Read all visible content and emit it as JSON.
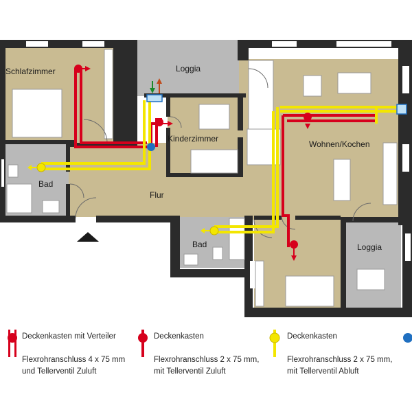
{
  "rooms": {
    "schlafzimmer": "Schlafzimmer",
    "loggia_top": "Loggia",
    "kinderzimmer": "Kinderzimmer",
    "wohnen_kochen": "Wohnen/Kochen",
    "bad_left": "Bad",
    "flur": "Flur",
    "bad_center": "Bad",
    "loggia_right": "Loggia"
  },
  "legend": [
    {
      "title": "Deckenkasten mit Verteiler",
      "line1": "Flexrohranschluss 4 x 75 mm",
      "line2": "und Tellerventil Zuluft",
      "icon": "red-double-connector-icon",
      "color": "#d6001c"
    },
    {
      "title": "Deckenkasten",
      "line1": "Flexrohranschluss 2 x 75 mm,",
      "line2": "mit Tellerventil Zuluft",
      "icon": "red-connector-icon",
      "color": "#d6001c"
    },
    {
      "title": "Deckenkasten",
      "line1": "Flexrohranschluss 2 x 75 mm,",
      "line2": "mit Tellerventil Abluft",
      "icon": "yellow-connector-icon",
      "color": "#f3e600"
    },
    {
      "title": "",
      "line1": "",
      "line2": "",
      "icon": "blue-dot-icon",
      "color": "#1f6fc0"
    }
  ],
  "colors": {
    "wall": "#2b2b2b",
    "floor": "#c9bb92",
    "loggia_floor": "#b9b9b9",
    "supply_duct": "#d6001c",
    "exhaust_duct": "#f3e600"
  }
}
